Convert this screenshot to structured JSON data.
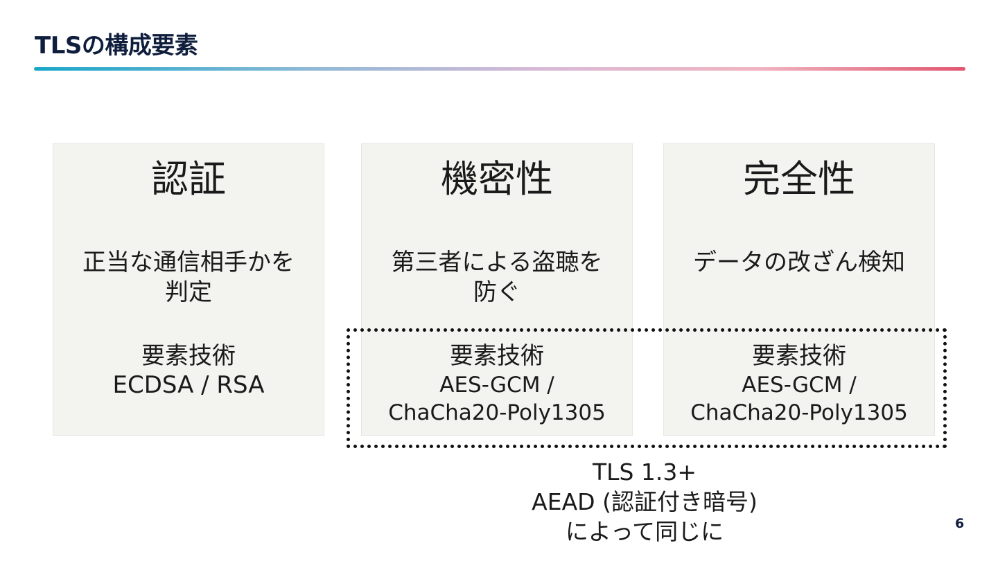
{
  "slide": {
    "title": "TLSの構成要素",
    "page_number": "6"
  },
  "cards": [
    {
      "heading": "認証",
      "description_lines": [
        "正当な通信相手かを",
        "判定"
      ],
      "tech_label": "要素技術",
      "tech_value_lines": [
        "ECDSA / RSA"
      ]
    },
    {
      "heading": "機密性",
      "description_lines": [
        "第三者による盗聴を",
        "防ぐ"
      ],
      "tech_label": "要素技術",
      "tech_value_lines": [
        "AES-GCM /",
        "ChaCha20-Poly1305"
      ]
    },
    {
      "heading": "完全性",
      "description_lines": [
        "データの改ざん検知"
      ],
      "tech_label": "要素技術",
      "tech_value_lines": [
        "AES-GCM /",
        "ChaCha20-Poly1305"
      ]
    }
  ],
  "note": {
    "lines": [
      "TLS 1.3+",
      "AEAD (認証付き暗号)",
      "によって同じに"
    ]
  },
  "colors": {
    "title": "#0f1e3d",
    "card_background": "#f3f3f0",
    "rule_gradient_start": "#17a6c9",
    "rule_gradient_end": "#e0566f",
    "dotted_border": "#111111"
  }
}
